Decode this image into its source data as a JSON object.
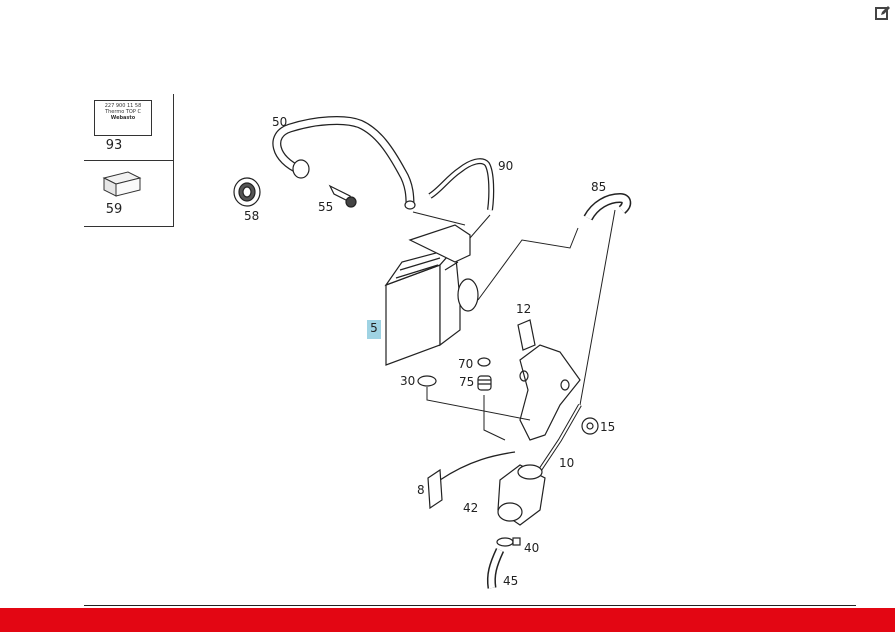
{
  "toolbar": {
    "edit_icon": "edit-icon"
  },
  "legend": {
    "items": [
      {
        "number": "93",
        "label_lines": [
          "227 900 11 58",
          "Thermo TOP C",
          "Webasto"
        ]
      },
      {
        "number": "59"
      }
    ]
  },
  "diagram": {
    "selected_part": "5",
    "parts": [
      "50",
      "90",
      "85",
      "58",
      "55",
      "12",
      "70",
      "75",
      "30",
      "15",
      "10",
      "8",
      "42",
      "40",
      "45"
    ]
  },
  "colors": {
    "highlight": "#9fd3e3",
    "footer": "#e30613",
    "ink": "#222222"
  }
}
